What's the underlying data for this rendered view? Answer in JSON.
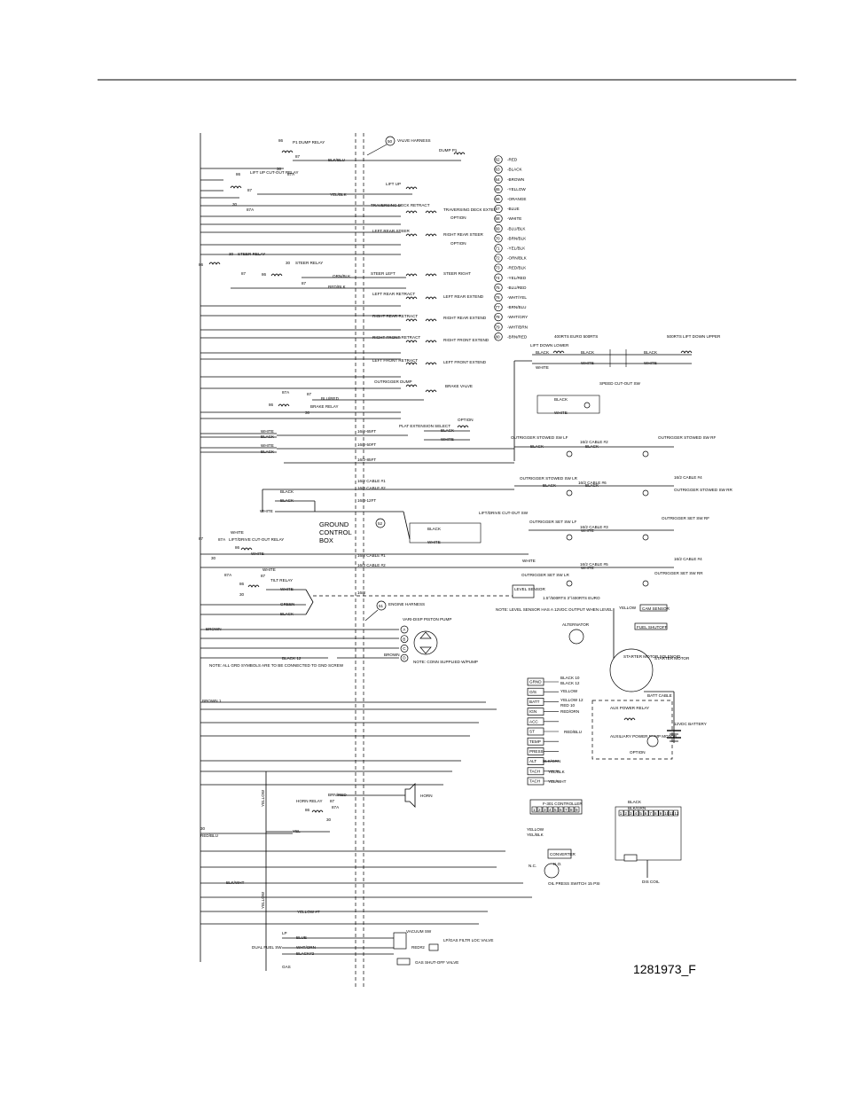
{
  "document_id": "1281973_F",
  "harness": {
    "valve_harness": {
      "num": "50",
      "label": "VALVE HARNESS"
    },
    "engine_harness": {
      "num": "51",
      "label": "ENGINE HARNESS"
    },
    "lift_drive_ref": "52"
  },
  "ground_control_box": [
    "GROUND",
    "CONTROL",
    "BOX"
  ],
  "color_legend": [
    {
      "num": "62",
      "color": "-RED"
    },
    {
      "num": "63",
      "color": "-BLACK"
    },
    {
      "num": "64",
      "color": "-BROWN"
    },
    {
      "num": "65",
      "color": "-YELLOW"
    },
    {
      "num": "66",
      "color": "-ORANGE"
    },
    {
      "num": "67",
      "color": "-BLUE"
    },
    {
      "num": "68",
      "color": "-WHITE"
    },
    {
      "num": "69",
      "color": "-BLU/BLK"
    },
    {
      "num": "70",
      "color": "-BRN/BLK"
    },
    {
      "num": "71",
      "color": "-YEL/BLK"
    },
    {
      "num": "72",
      "color": "-ORN/BLK"
    },
    {
      "num": "73",
      "color": "-RED/BLK"
    },
    {
      "num": "74",
      "color": "-YEL/RED"
    },
    {
      "num": "75",
      "color": "-BLU/RED"
    },
    {
      "num": "76",
      "color": "-WHT/YEL"
    },
    {
      "num": "77",
      "color": "-BRN/BLU"
    },
    {
      "num": "78",
      "color": "-WHT/GRY"
    },
    {
      "num": "79",
      "color": "-WHT/BRN"
    },
    {
      "num": "80",
      "color": "-BRN/RED"
    }
  ],
  "relays": {
    "p1_dump": "P1 DUMP RELAY",
    "lift_up_cutout": "LIFT UP CUT-OUT RELAY",
    "steer": "STEER RELAY",
    "brake": "BRAKE RELAY",
    "lift_drive_cutout": "LIFT/DRIVE CUT-OUT RELAY",
    "tilt": "TILT RELAY",
    "horn": "HORN RELAY",
    "aux_power": "AUX POWER RELAY",
    "terminals": {
      "t86": "86",
      "t87": "87",
      "t87a": "87A",
      "t30": "30"
    }
  },
  "valves_left": [
    "DUMP P1",
    "LIFT UP",
    "TRAVERSING DECK RETRACT",
    "LEFT REAR STEER",
    "STEER LEFT",
    "LEFT REAR RETRACT",
    "RIGHT REAR RETRACT",
    "RIGHT FRONT RETRACT",
    "LEFT FRONT RETRACT",
    "OUTRIGGER DUMP"
  ],
  "valves_right": [
    "TRAVERSING DECK EXTEND",
    "OPTION",
    "RIGHT REAR STEER",
    "OPTION",
    "STEER RIGHT",
    "LEFT REAR EXTEND",
    "RIGHT REAR EXTEND",
    "RIGHT FRONT EXTEND",
    "LEFT FRONT EXTEND",
    "BRAKE VALVE"
  ],
  "wires": {
    "blk_blu": "BLK/BLU",
    "yel_blk": "YEL/BLK",
    "orn_blk": "ORN/BLK",
    "red_blk": "RED/BLK",
    "blu_red": "BLU/RED",
    "white": "WHITE",
    "black": "BLACK",
    "green": "GREEN",
    "brown": "BROWN",
    "brown1": "BROWN 1",
    "black12": "BLACK 12",
    "yel": "YEL",
    "red_blu": "RED/BLU",
    "blk_wht": "BLK/WHT",
    "yellow7": "YELLOW #7",
    "yellow": "YELLOW",
    "blue": "BLUE",
    "wht_orn": "WHT/ORN",
    "black2": "BLACK#2",
    "red2": "RED#2",
    "brn_red": "BRN/RED",
    "cable1": "16/2 CABLE #1",
    "cable2": "16/2 CABLE #2",
    "cable3": "16/2 CABLE #3",
    "cable4": "16/2 CABLE #4",
    "cable5": "16/2 CABLE #5",
    "cable6": "16/2 CABLE #6",
    "c65": "16/2-65FT",
    "c50": "16/2-50FT",
    "c85": "16/2-85FT",
    "c12": "16/3-12FT",
    "c163": "16/3"
  },
  "switches": {
    "speed_cutout": "SPEED CUT-OUT SW",
    "plat_extension": "PLAT EXTENSION SELECT",
    "option": "OPTION",
    "lift_down_lower_400": "LIFT DOWN LOWER",
    "euro_400": "400RTS EURO 500RTS",
    "lift_down_upper_500": "500RTS LIFT DOWN UPPER",
    "outrigger_stowed_lf": "OUTRIGGER STOWED SW LF",
    "outrigger_stowed_rf": "OUTRIGGER STOWED SW RF",
    "outrigger_stowed_lr": "OUTRIGGER STOWED SW LR",
    "outrigger_stowed_rr": "OUTRIGGER STOWED SW RR",
    "outrigger_set_lf": "OUTRIGGER SET SW LF",
    "outrigger_set_rf": "OUTRIGGER SET SW RF",
    "outrigger_set_lr": "OUTRIGGER SET SW LR",
    "outrigger_set_rr": "OUTRIGGER SET SW RR",
    "lift_drive_cutout_sw": "LIFT/DRIVE CUT-OUT SW",
    "dual_fuel": "DUAL FUEL SW",
    "vacuum": "VACUUM SW",
    "oil_press": "OIL PRESS SWITCH 15 PSI"
  },
  "level_sensor": {
    "label": "LEVEL SENSOR",
    "spec": "1.5°/500RTS 3°/400RTS EURO",
    "note": "NOTE: LEVEL SENSOR HAS A 12VDC OUTPUT WHEN LEVEL"
  },
  "pump": {
    "label": "VARI-DISP PISTON PUMP",
    "pins": [
      "A",
      "B",
      "C",
      "D"
    ],
    "note": "NOTE: CONN SUPPLIED W/PUMP"
  },
  "gnd_note": "NOTE: ALL GRD SYMBOLS ARE TO BE CONNECTED TO GND SCREW",
  "engine_terminals": [
    "GRND",
    "O/S",
    "BATT",
    "IGN",
    "ACC",
    "ST",
    "TEMP",
    "PRESS",
    "ALT",
    "TACH",
    "TACH"
  ],
  "engine_labels": {
    "alternator": "ALTERNATOR",
    "starter_solenoid": "STARTER MOTOR SOLENOID",
    "starter_motor": "STARTER MOTOR",
    "batt_cable": "BATT CABLE",
    "battery": "12VDC BATTERY",
    "aux_power_pump": "AUXILIARY POWER PUMP MOTOR",
    "option": "OPTION",
    "controller": "F-301 CONTROLLER",
    "converter": "CONVERTER",
    "dis_coil": "DIS COIL",
    "horn": "HORN",
    "lp": "LP",
    "gas": "GAS",
    "lp_gas_valve": "LP/GAS FILTR LOC VALVE",
    "gas_shutoff": "GAS SHUT-OFF VALVE",
    "yellow_cam": "YELLOW",
    "cam_sensor": "CAM SENSOR",
    "fuel_shutoff": "FUEL SHUTOFF",
    "no": "N.O.",
    "nc": "N.C.",
    "wire_black10": "BLACK 10",
    "wire_black12": "BLACK 12",
    "wire_yellow": "YELLOW",
    "wire_yellow12": "YELLOW 12",
    "wire_red10": "RED 10",
    "wire_red_orn": "RED/ORN",
    "wire_red_blu": "RED/BLU",
    "wire_yel_blk": "YEL/BLK",
    "wire_yel_wht": "YEL/WHT",
    "wire_blk_grn": "BLK/GRN",
    "wire_wht_gry": "WHT/GRY"
  }
}
